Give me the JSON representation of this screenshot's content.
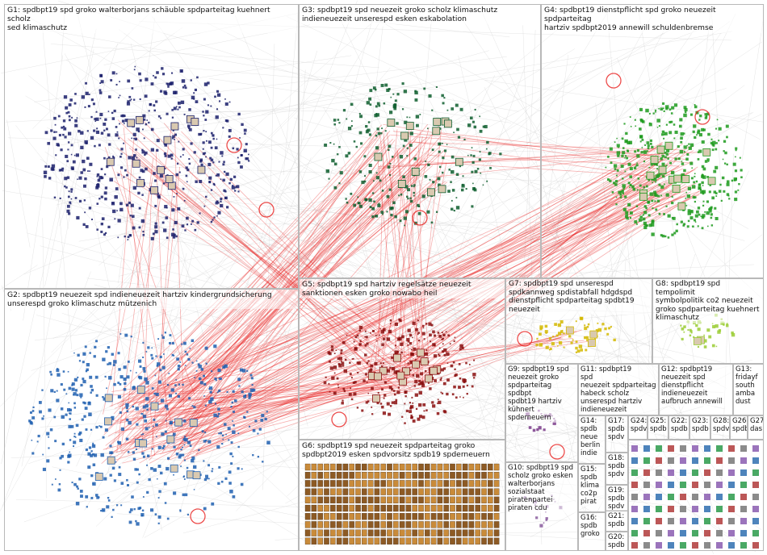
{
  "groups": [
    {
      "id": "G1",
      "label": "G1: spdbpt19 spd groko walterborjans schäuble spdparteitag kuehnert scholz\nsed klimaschutz",
      "color": "#1a1f6b"
    },
    {
      "id": "G2",
      "label": "G2: spdbpt19 neuezeit spd indieneuezeit hartziv kindergrundsicherung\nunserespd groko klimaschutz mützenich",
      "color": "#1f5fb0"
    },
    {
      "id": "G3",
      "label": "G3: spdbpt19 spd neuezeit groko scholz klimaschutz\nindieneuezeit unserespd esken eskabolation",
      "color": "#0e5e2e"
    },
    {
      "id": "G4",
      "label": "G4: spdbpt19 dienstpflicht spd groko neuezeit spdparteitag\nhartziv spdbpt2019 annewill schuldenbremse",
      "color": "#1c9a1c"
    },
    {
      "id": "G5",
      "label": "G5: spdbpt19 spd hartziv regelsätze neuezeit\nsanktionen esken groko nowabo heil",
      "color": "#8a0e0e"
    },
    {
      "id": "G6",
      "label": "G6: spdbpt19 spd neuezeit spdparteitag groko\nspdbpt2019 esken spdvorsitz spdb19 spderneuern",
      "color": "#b5651d"
    },
    {
      "id": "G7",
      "label": "G7: spdbpt19 spd unserespd\nspdkannweg spdistabfall hdgdspd\ndienstpflicht spdparteitag spdbt19\nneuezeit",
      "color": "#d4b800"
    },
    {
      "id": "G8",
      "label": "G8: spdbpt19 spd tempolimit\nsymbolpolitik co2 neuezeit\ngroko spdparteitag kuehnert\nklimaschutz",
      "color": "#9acd32"
    },
    {
      "id": "G9",
      "label": "G9: spdbpt19 spd\nneuezeit groko\nspdparteitag spdbpt\nspdbt19 hartziv\nkühnert\nspderneuern",
      "color": "#7a3b8a"
    },
    {
      "id": "G10",
      "label": "G10: spdbpt19 spd\nscholz groko esken\nwalterborjans\nsozialstaat\npiratenpartei\npiraten cdu",
      "color": "#8a5c9e"
    },
    {
      "id": "G11",
      "label": "G11: spdbpt19\nspd\nneuezeit spdparteitag\nhabeck scholz\nunserespd hartziv\nindieneuezeit",
      "color": "#555555"
    },
    {
      "id": "G12",
      "label": "G12: spdbpt19\nneuezeit spd\ndienstpflicht\nindieneuezeit\naufbruch annewill",
      "color": "#555555"
    },
    {
      "id": "G13",
      "label": "G13:\nfridayf\nsouth\namba\ndust",
      "color": "#555555"
    },
    {
      "id": "G14",
      "label": "G14:\nspdb\nneue\nberlin\nindie",
      "color": "#555555"
    },
    {
      "id": "G15",
      "label": "G15:\nspdb\nklima\nco2p\npirat",
      "color": "#555555"
    },
    {
      "id": "G16",
      "label": "G16:\nspdb\ngroko",
      "color": "#555555"
    },
    {
      "id": "G17",
      "label": "G17:\nspdb\nspdv",
      "color": "#555555"
    },
    {
      "id": "G18",
      "label": "G18:\nspdb\nspdv",
      "color": "#555555"
    },
    {
      "id": "G19",
      "label": "G19:\nspdb\nspdv",
      "color": "#555555"
    },
    {
      "id": "G20",
      "label": "G20:\nspdb",
      "color": "#555555"
    },
    {
      "id": "G21",
      "label": "G21:\nspdb",
      "color": "#555555"
    },
    {
      "id": "G22",
      "label": "G22:\nspdb",
      "color": "#555555"
    },
    {
      "id": "G23",
      "label": "G23:\nspdb",
      "color": "#555555"
    },
    {
      "id": "G24",
      "label": "G24:\nspdv",
      "color": "#555555"
    },
    {
      "id": "G25",
      "label": "G25:\nspdb",
      "color": "#555555"
    },
    {
      "id": "G26",
      "label": "G26:\nspdb",
      "color": "#555555"
    },
    {
      "id": "G27",
      "label": "G27:\ndas",
      "color": "#555555"
    },
    {
      "id": "G28",
      "label": "G28:\nspdv",
      "color": "#555555"
    }
  ]
}
